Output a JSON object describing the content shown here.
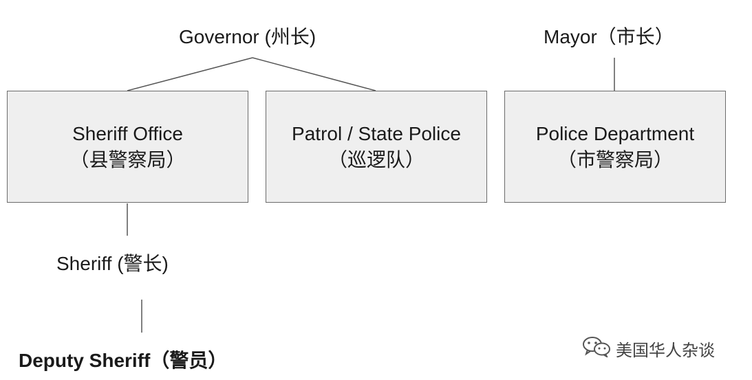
{
  "governor": "Governor (州长)",
  "mayor": "Mayor（市长）",
  "boxes": {
    "sheriff_office": {
      "line1": "Sheriff Office",
      "line2": "（县警察局）"
    },
    "patrol": {
      "line1": "Patrol / State Police",
      "line2": "（巡逻队）"
    },
    "police_dept": {
      "line1": "Police Department",
      "line2": "（市警察局）"
    }
  },
  "sheriff": "Sheriff (警长)",
  "deputy": "Deputy Sheriff（警员）",
  "watermark": {
    "text": "美国华人杂谈",
    "icon": "wechat-icon"
  }
}
